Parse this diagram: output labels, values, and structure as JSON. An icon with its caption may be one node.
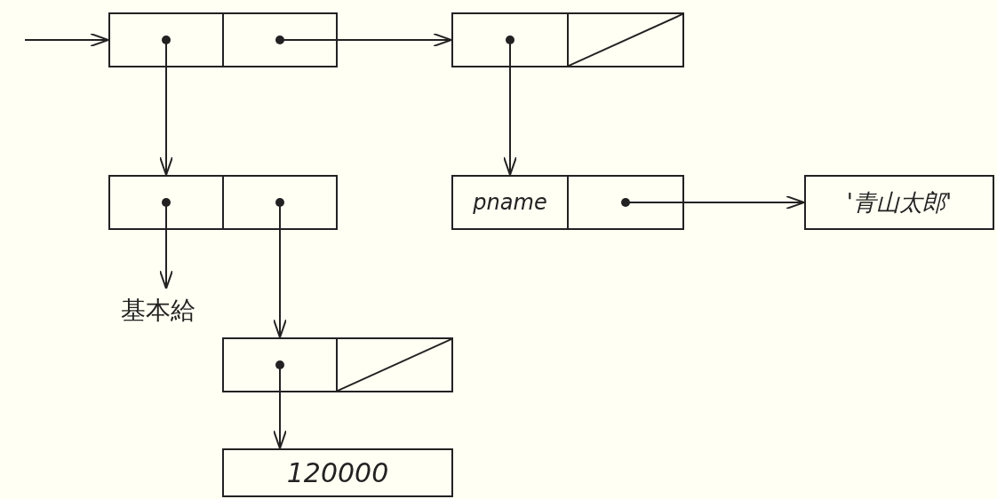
{
  "diagram": {
    "nodes": [
      {
        "text": [],
        "shape": "box"
      },
      {
        "text": [],
        "shape": "box"
      },
      {
        "text": [],
        "shape": "box"
      },
      {
        "text": [],
        "shape": "box"
      },
      {
        "text": [],
        "shape": "box"
      },
      {
        "text": [],
        "shape": "box"
      },
      {
        "text": [
          "pname"
        ]
      },
      {
        "text": [],
        "shape": "box"
      },
      {
        "text": [
          "'青山太郎'"
        ]
      },
      {
        "text": [
          "基本給"
        ]
      },
      {
        "text": [],
        "shape": "box"
      },
      {
        "text": [],
        "shape": "box"
      },
      {
        "text": [
          "120000"
        ]
      }
    ],
    "edges": [
      {
        "from": null,
        "to": 0,
        "arrow": "to"
      },
      {
        "from": 1,
        "to": 2,
        "arrow": "to"
      },
      {
        "from": 0,
        "to": 4,
        "arrow": "to"
      },
      {
        "from": 2,
        "to": 6,
        "arrow": "to"
      },
      {
        "from": 7,
        "to": 8,
        "arrow": "to"
      },
      {
        "from": 4,
        "to": 9,
        "arrow": "to"
      },
      {
        "from": 5,
        "to": 10,
        "arrow": "to"
      },
      {
        "from": 10,
        "to": 12,
        "arrow": "to"
      }
    ]
  }
}
